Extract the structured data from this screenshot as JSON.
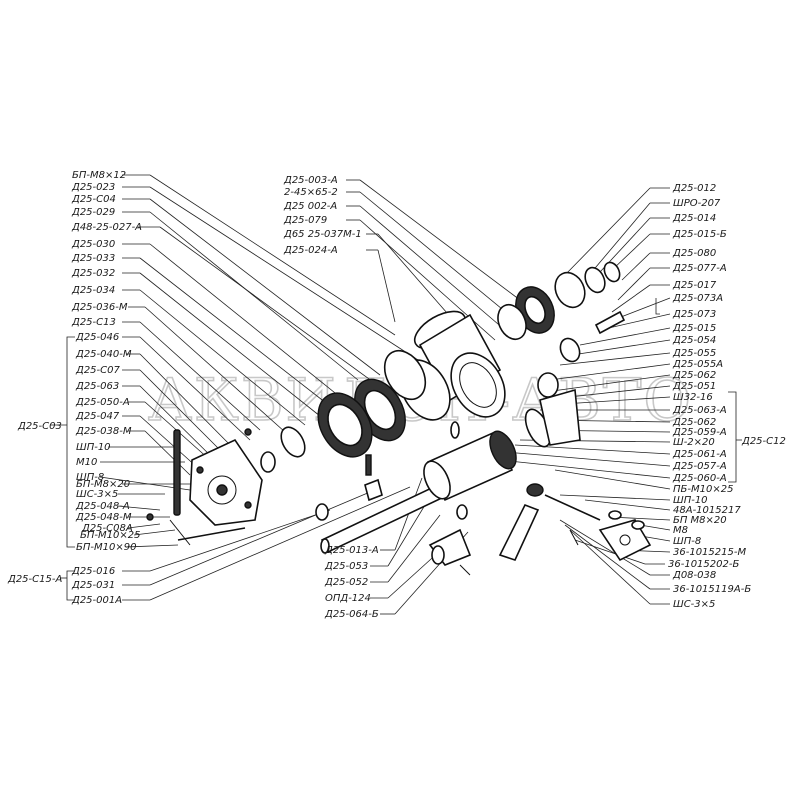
{
  "watermark": "АКВИЛОН-АВТО",
  "labels_left": [
    "БП-М8×12",
    "Д25-023",
    "Д25-С04",
    "Д25-029",
    "Д48-25-027-А",
    "Д25-030",
    "Д25-033",
    "Д25-032",
    "Д25-034",
    "Д25-036-М",
    "Д25-С13",
    "Д25-046",
    "Д25-040-М",
    "Д25-С07",
    "Д25-063",
    "Д25-050-А",
    "Д25-047",
    "Д25-038-М",
    "ШП-10",
    "М10",
    "ШП-8",
    "БП-М8×20",
    "ШС-3×5",
    "Д25-048-А",
    "Д25-048-М",
    "Д25-С08А",
    "БП-М10×25",
    "БП-М10×90"
  ],
  "labels_bottom_left": [
    "Д25-016",
    "Д25-031",
    "Д25-001А"
  ],
  "labels_top_mid": [
    "Д25-003-А",
    "2-45×65-2",
    "Д25 002-А",
    "Д25-079",
    "Д65 25-037М-1",
    "Д25-024-А"
  ],
  "labels_bottom_mid": [
    "Д25-013-А",
    "Д25-053",
    "Д25-052",
    "ОПД-124",
    "Д25-064-Б"
  ],
  "labels_right": [
    "Д25-012",
    "ШРО-207",
    "Д25-014",
    "Д25-015-Б",
    "Д25-080",
    "Д25-077-А",
    "Д25-017",
    "Д25-073А",
    "Д25-073",
    "Д25-015",
    "Д25-054",
    "Д25-055",
    "Д25-055А",
    "Д25-062",
    "Д25-051",
    "Ш32-16",
    "Д25-063-А",
    "Д25-062",
    "Д25-059-А",
    "Ш-2×20",
    "Д25-061-А",
    "Д25-057-А",
    "Д25-060-А",
    "ПБ-М10×25",
    "ШП-10",
    "48А-1015217",
    "БП М8×20",
    "М8",
    "ШП-8",
    "36-1015215-М",
    "36-1015202-Б",
    "Д08-038",
    "36-1015119А-Б",
    "ШС-3×5"
  ],
  "groups": {
    "left_a": "Д25-С03",
    "left_b": "Д25-С15-А",
    "right": "Д25-С12"
  }
}
